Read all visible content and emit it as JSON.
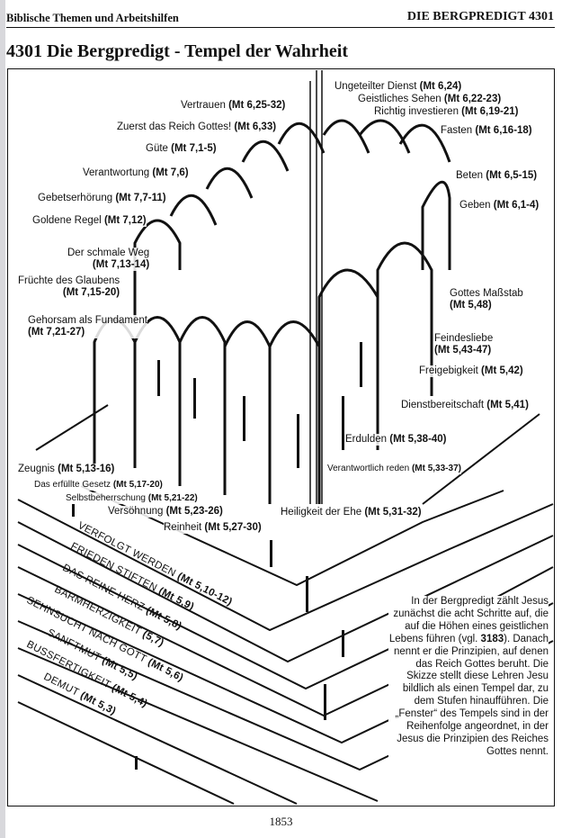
{
  "header": {
    "left": "Biblische Themen und Arbeitshilfen",
    "right": "DIE BERGPREDIGT 4301"
  },
  "title": "4301 Die Bergpredigt - Tempel der Wahrheit",
  "windows": [
    {
      "name": "Ungeteilter Dienst",
      "ref": "(Mt 6,24)"
    },
    {
      "name": "Geistliches Sehen",
      "ref": "(Mt 6,22-23)"
    },
    {
      "name": "Richtig investieren",
      "ref": "(Mt 6,19-21)"
    },
    {
      "name": "Fasten",
      "ref": "(Mt 6,16-18)"
    },
    {
      "name": "Beten",
      "ref": "(Mt 6,5-15)"
    },
    {
      "name": "Geben",
      "ref": "(Mt 6,1-4)"
    },
    {
      "name": "Gottes Maßstab",
      "ref": "(Mt 5,48)"
    },
    {
      "name": "Feindesliebe",
      "ref": "(Mt 5,43-47)"
    },
    {
      "name": "Freigebigkeit",
      "ref": "(Mt 5,42)"
    },
    {
      "name": "Dienstbereitschaft",
      "ref": "(Mt 5,41)"
    },
    {
      "name": "Erdulden",
      "ref": "(Mt 5,38-40)"
    },
    {
      "name": "Verantwortlich reden",
      "ref": "(Mt 5,33-37)"
    },
    {
      "name": "Heiligkeit der Ehe",
      "ref": "(Mt 5,31-32)"
    },
    {
      "name": "Reinheit",
      "ref": "(Mt 5,27-30)"
    },
    {
      "name": "Versöhnung",
      "ref": "(Mt 5,23-26)"
    },
    {
      "name": "Selbstbeherrschung",
      "ref": "(Mt 5,21-22)"
    },
    {
      "name": "Das erfüllte Gesetz",
      "ref": "(Mt 5,17-20)"
    },
    {
      "name": "Zeugnis",
      "ref": "(Mt 5,13-16)"
    },
    {
      "name": "Gehorsam als Fundament",
      "ref": "(Mt 7,21-27)"
    },
    {
      "name": "Früchte des Glaubens",
      "ref": "(Mt 7,15-20)"
    },
    {
      "name": "Der schmale Weg",
      "ref": "(Mt 7,13-14)"
    },
    {
      "name": "Goldene Regel",
      "ref": "(Mt 7,12)"
    },
    {
      "name": "Gebetserhörung",
      "ref": "(Mt 7,7-11)"
    },
    {
      "name": "Verantwortung",
      "ref": "(Mt 7,6)"
    },
    {
      "name": "Güte",
      "ref": "(Mt 7,1-5)"
    },
    {
      "name": "Zuerst das Reich Gottes!",
      "ref": "(Mt 6,33)"
    },
    {
      "name": "Vertrauen",
      "ref": "(Mt 6,25-32)"
    }
  ],
  "steps": [
    {
      "name": "VERFOLGT WERDEN",
      "ref": "(Mt 5,10-12)"
    },
    {
      "name": "FRIEDEN STIFTEN",
      "ref": "(Mt 5,9)"
    },
    {
      "name": "DAS REINE HERZ",
      "ref": "(Mt 5,8)"
    },
    {
      "name": "BARMHERZIGKEIT",
      "ref": "(5,7)"
    },
    {
      "name": "SEHNSUCHT NACH GOTT",
      "ref": "(Mt 5,6)"
    },
    {
      "name": "SANFTMUT",
      "ref": "(Mt 5,5)"
    },
    {
      "name": "BUSSFERTIGKEIT",
      "ref": "(Mt 5,4)"
    },
    {
      "name": "DEMUT",
      "ref": "(Mt 5,3)"
    }
  ],
  "note": {
    "p1": "In der Bergpredigt zählt Jesus zunächst die acht Schritte auf, die auf die Höhen eines geistlichen Lebens führen (vgl. ",
    "ref": "3183",
    "p2": "). Danach nennt er die Prinzipien, auf denen das Reich Gottes beruht. Die Skizze stellt diese Lehren Jesu bildlich als einen Tempel dar, zu dem Stufen hinaufführen. Die „Fenster“ des Tempels sind in der Reihenfolge angeordnet, in der Jesus die Prinzipien des Reiches Gottes nennt."
  },
  "page_number": "1853"
}
